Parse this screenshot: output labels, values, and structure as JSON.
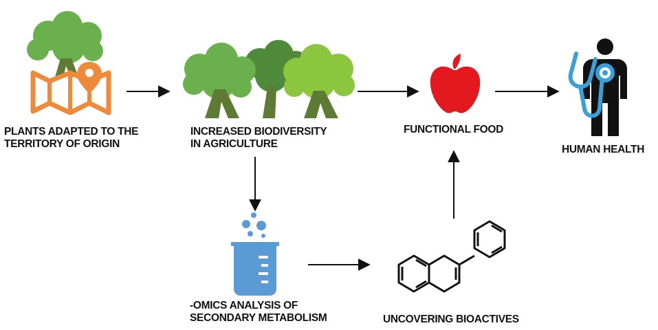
{
  "nodes": {
    "plants": {
      "line1": "PLANTS ADAPTED TO THE",
      "line2": "TERRITORY OF ORIGIN",
      "icon": "map-pin-tree-icon"
    },
    "biodiversity": {
      "line1": "INCREASED BIODIVERSITY",
      "line2": "IN AGRICULTURE",
      "icon": "trees-icon"
    },
    "functional_food": {
      "line1": "FUNCTIONAL FOOD",
      "icon": "apple-icon"
    },
    "human_health": {
      "line1": "HUMAN HEALTH",
      "icon": "doctor-stethoscope-icon"
    },
    "omics": {
      "line1": "-OMICS ANALYSIS OF",
      "line2": "SECONDARY METABOLISM",
      "icon": "beaker-icon"
    },
    "bioactives": {
      "line1": "UNCOVERING BIOACTIVES",
      "icon": "molecule-icon"
    }
  },
  "colors": {
    "map_orange": "#ee8a3a",
    "tree_green": "#6ab04c",
    "tree_dark": "#4e8a3a",
    "tree_light": "#8cc63f",
    "trunk": "#5d7b32",
    "apple_red": "#e4191f",
    "beaker_blue": "#5b9bd5",
    "stethoscope_blue": "#3aa0d8",
    "ink": "#111111"
  }
}
